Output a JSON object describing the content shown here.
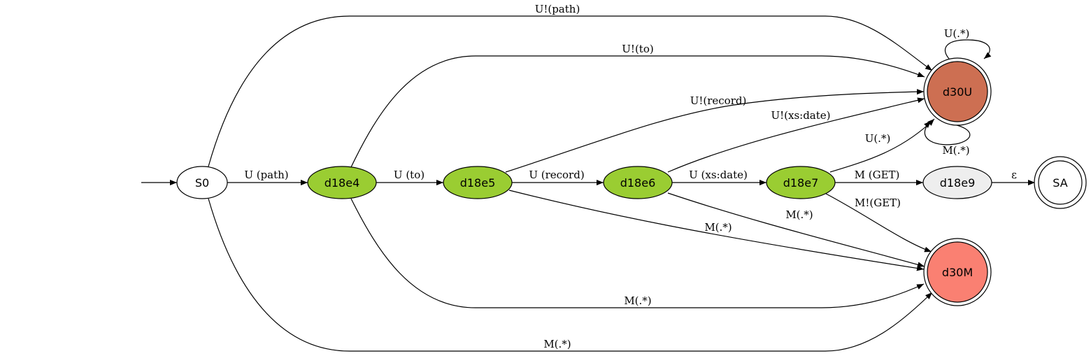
{
  "palette": {
    "green": "#9acd32",
    "rust": "#cd6f52",
    "salmon": "#fa8072",
    "grey": "#eeeeee",
    "white": "#ffffff"
  },
  "nodes": {
    "S0": {
      "label": "S0",
      "fill": "#ffffff",
      "accepting": false
    },
    "d18e4": {
      "label": "d18e4",
      "fill": "#9acd32",
      "accepting": false
    },
    "d18e5": {
      "label": "d18e5",
      "fill": "#9acd32",
      "accepting": false
    },
    "d18e6": {
      "label": "d18e6",
      "fill": "#9acd32",
      "accepting": false
    },
    "d18e7": {
      "label": "d18e7",
      "fill": "#9acd32",
      "accepting": false
    },
    "d18e9": {
      "label": "d18e9",
      "fill": "#eeeeee",
      "accepting": false
    },
    "SA": {
      "label": "SA",
      "fill": "#ffffff",
      "accepting": true
    },
    "d30U": {
      "label": "d30U",
      "fill": "#cd6f52",
      "accepting": true
    },
    "d30M": {
      "label": "d30M",
      "fill": "#fa8072",
      "accepting": true
    }
  },
  "edges": [
    {
      "id": "start",
      "from": "",
      "to": "S0",
      "label": ""
    },
    {
      "id": "s0-d18e4",
      "from": "S0",
      "to": "d18e4",
      "label": "U (path)"
    },
    {
      "id": "d18e4-d18e5",
      "from": "d18e4",
      "to": "d18e5",
      "label": "U (to)"
    },
    {
      "id": "d18e5-d18e6",
      "from": "d18e5",
      "to": "d18e6",
      "label": "U (record)"
    },
    {
      "id": "d18e6-d18e7",
      "from": "d18e6",
      "to": "d18e7",
      "label": "U (xs:date)"
    },
    {
      "id": "d18e7-d18e9",
      "from": "d18e7",
      "to": "d18e9",
      "label": "M (GET)"
    },
    {
      "id": "d18e9-sa",
      "from": "d18e9",
      "to": "SA",
      "label": "ε"
    },
    {
      "id": "s0-d30u",
      "from": "S0",
      "to": "d30U",
      "label": "U!(path)"
    },
    {
      "id": "d18e4-d30u",
      "from": "d18e4",
      "to": "d30U",
      "label": "U!(to)"
    },
    {
      "id": "d18e5-d30u",
      "from": "d18e5",
      "to": "d30U",
      "label": "U!(record)"
    },
    {
      "id": "d18e6-d30u",
      "from": "d18e6",
      "to": "d30U",
      "label": "U!(xs:date)"
    },
    {
      "id": "d18e7-d30u",
      "from": "d18e7",
      "to": "d30U",
      "label": "U(.*)"
    },
    {
      "id": "d30u-loop-top",
      "from": "d30U",
      "to": "d30U",
      "label": "U(.*)"
    },
    {
      "id": "d30u-loop-bottom",
      "from": "d30U",
      "to": "d30U",
      "label": "M(.*)"
    },
    {
      "id": "d18e7-d30m",
      "from": "d18e7",
      "to": "d30M",
      "label": "M!(GET)"
    },
    {
      "id": "d18e6-d30m",
      "from": "d18e6",
      "to": "d30M",
      "label": "M(.*)"
    },
    {
      "id": "d18e5-d30m",
      "from": "d18e5",
      "to": "d30M",
      "label": "M(.*)"
    },
    {
      "id": "d18e4-d30m",
      "from": "d18e4",
      "to": "d30M",
      "label": "M(.*)"
    },
    {
      "id": "s0-d30m",
      "from": "S0",
      "to": "d30M",
      "label": "M(.*)"
    }
  ]
}
